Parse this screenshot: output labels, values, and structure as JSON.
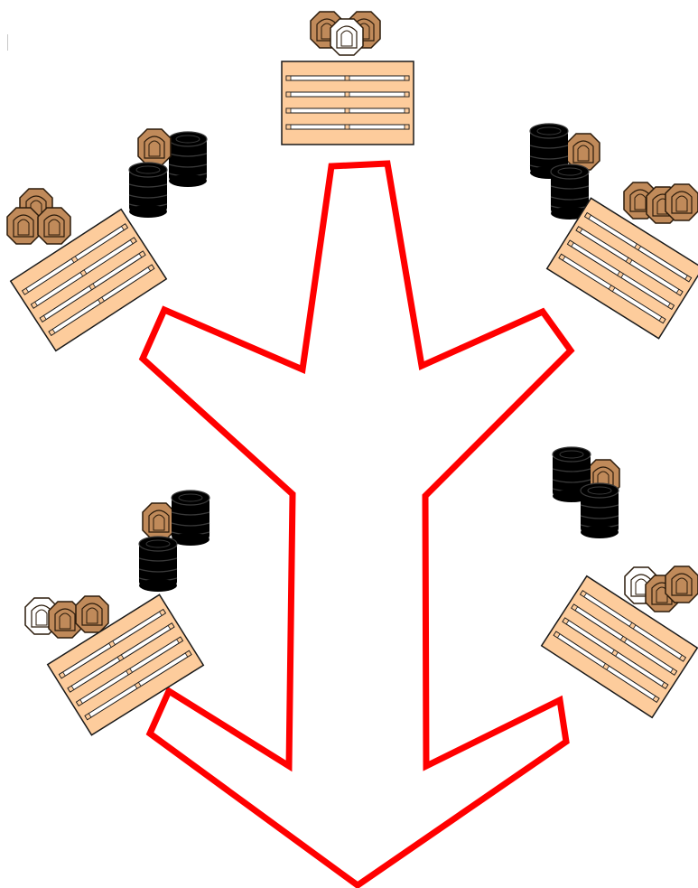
{
  "colors": {
    "background": "#ffffff",
    "fault_line": "#ff0000",
    "pallet_fill": "#fdcc9c",
    "pallet_stroke": "#1a1a1a",
    "target_paper": "#c08a5a",
    "target_paper_inner": "#d8a878",
    "target_noshoot": "#ffffff",
    "barrel": "#000000",
    "barrel_ring": "#3a3a3a"
  },
  "stage": {
    "fault_line": "fault-line-icon",
    "stations": [
      {
        "name": "station-top",
        "pallet": "pallet-icon",
        "targets": [
          "paper",
          "no-shoot",
          "paper"
        ],
        "barrels": 0
      },
      {
        "name": "station-upper-left",
        "pallet": "pallet-icon",
        "targets": [
          "paper",
          "paper",
          "paper",
          "paper"
        ],
        "barrels": 2
      },
      {
        "name": "station-upper-right",
        "pallet": "pallet-icon",
        "targets": [
          "paper",
          "paper",
          "paper",
          "paper"
        ],
        "barrels": 2
      },
      {
        "name": "station-lower-left",
        "pallet": "pallet-icon",
        "targets": [
          "paper",
          "no-shoot",
          "paper",
          "paper"
        ],
        "barrels": 2
      },
      {
        "name": "station-lower-right",
        "pallet": "pallet-icon",
        "targets": [
          "paper",
          "no-shoot",
          "paper",
          "paper"
        ],
        "barrels": 2
      }
    ]
  }
}
